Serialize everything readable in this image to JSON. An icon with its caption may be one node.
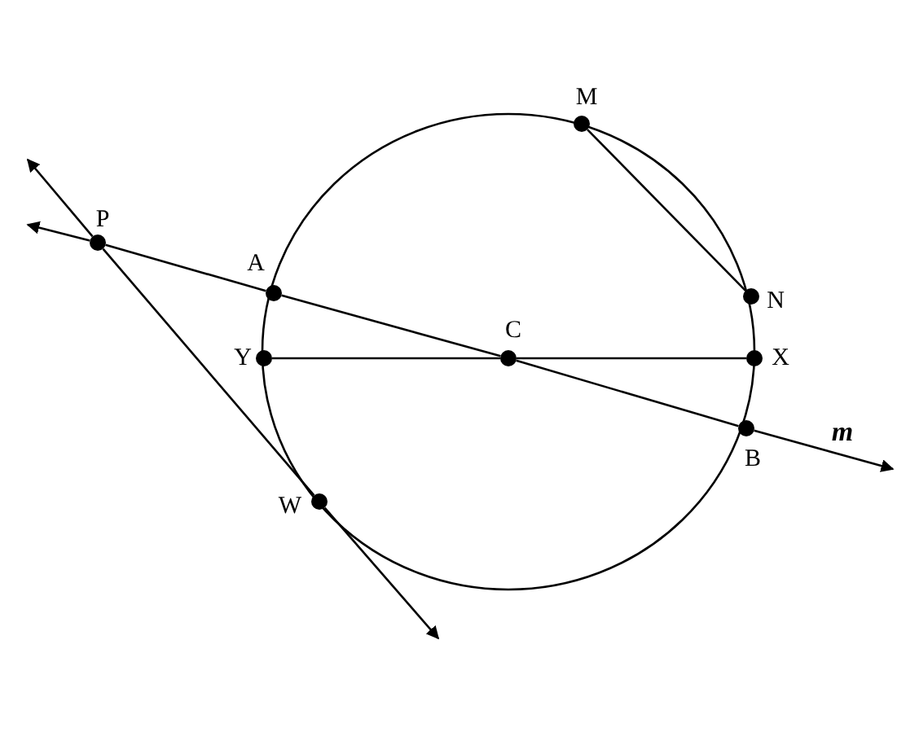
{
  "diagram": {
    "nodes": [
      {
        "text": [
          "M"
        ]
      },
      {
        "text": [
          "P"
        ]
      },
      {
        "text": [
          "A"
        ]
      },
      {
        "text": [
          "N"
        ]
      },
      {
        "text": [
          "C"
        ]
      },
      {
        "text": [
          "Y"
        ]
      },
      {
        "text": [
          "X"
        ]
      },
      {
        "text": [
          "B"
        ]
      },
      {
        "text": [
          "W"
        ]
      }
    ],
    "edges": [
      {
        "from": 1,
        "to": null,
        "arrow": "to"
      },
      {
        "from": 1,
        "to": 2,
        "arrow": "none"
      },
      {
        "from": 2,
        "to": 4,
        "arrow": "none"
      },
      {
        "from": 4,
        "to": 7,
        "arrow": "none"
      },
      {
        "from": 7,
        "to": null,
        "arrow": "to",
        "label": "m"
      },
      {
        "from": 1,
        "to": null,
        "arrow": "to"
      },
      {
        "from": 1,
        "to": 8,
        "arrow": "none"
      },
      {
        "from": 8,
        "to": null,
        "arrow": "to"
      },
      {
        "from": 0,
        "to": 3,
        "arrow": "none"
      },
      {
        "from": 5,
        "to": 4,
        "arrow": "none"
      },
      {
        "from": 4,
        "to": 6,
        "arrow": "none"
      }
    ]
  }
}
